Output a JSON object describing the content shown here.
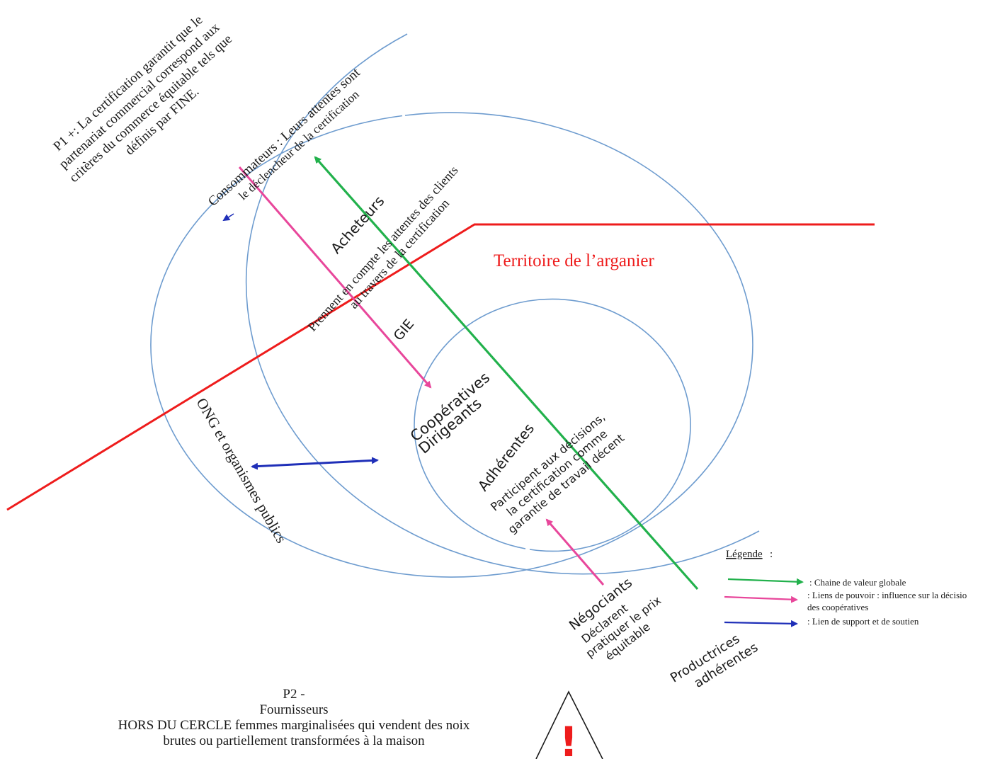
{
  "labels": {
    "p1_line1": "P1 +: La certification  garantit que le",
    "p1_line2": "partenariat commercial  correspond aux",
    "p1_line3": "critères du commerce équitable tels que",
    "p1_line4": "définis par FINE.",
    "consommateurs_line1": "Consommateurs : Leurs attentes sont",
    "consommateurs_line2": "le déclencheur de la certification",
    "acheteurs": "Acheteurs",
    "acheteurs_desc_line1": "Prennent en compte les attentes des clients",
    "acheteurs_desc_line2": "au travers de la certification",
    "gie": "GIE",
    "territoire": "Territoire de l’arganier",
    "ong": "ONG et organismes publics",
    "cooperatives": "Coopératives",
    "dirigeants": "Dirigeants",
    "adherentes": "Adhérentes",
    "adherentes_desc_line1": "Participent aux décisions,",
    "adherentes_desc_line2": "la certification comme",
    "adherentes_desc_line3": "garantie de travail décent",
    "negociants": "Négociants",
    "negociants_desc_line1": "Déclarent",
    "negociants_desc_line2": "pratiquer le prix",
    "negociants_desc_line3": "équitable",
    "productrices_line1": "Productrices",
    "productrices_line2": "adhérentes",
    "p2_line1": "P2 -",
    "p2_line2": "Fournisseurs",
    "p2_line3": "HORS DU CERCLE femmes marginalisées qui vendent des noix",
    "p2_line4": "brutes ou partiellement transformées à la maison",
    "warning_mark": "!"
  },
  "legend": {
    "title": "Légende",
    "colon": ":",
    "items": [
      {
        "text": ": Chaine de valeur globale",
        "color": "#22b14c"
      },
      {
        "text": ": Liens de pouvoir : influence sur la décisio",
        "text2": "des coopératives",
        "color": "#e8479b"
      },
      {
        "text": ": Lien de support et de soutien",
        "color": "#1f2fb8"
      }
    ]
  },
  "colors": {
    "circle": "#6e9ccf",
    "territory_line": "#ee1c1c",
    "territory_text": "#ee1c1c",
    "value_chain": "#22b14c",
    "power": "#e8479b",
    "support": "#1f2fb8",
    "warning": "#ee1c1c",
    "text": "#1a1a1a"
  }
}
